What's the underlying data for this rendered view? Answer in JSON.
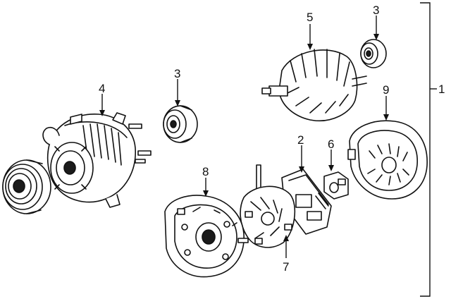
{
  "callouts": {
    "c1": "1",
    "c2": "2",
    "c3a": "3",
    "c3b": "3",
    "c4": "4",
    "c5": "5",
    "c6": "6",
    "c7": "7",
    "c8": "8",
    "c9": "9"
  },
  "colors": {
    "line": "#111111",
    "background": "#ffffff"
  }
}
